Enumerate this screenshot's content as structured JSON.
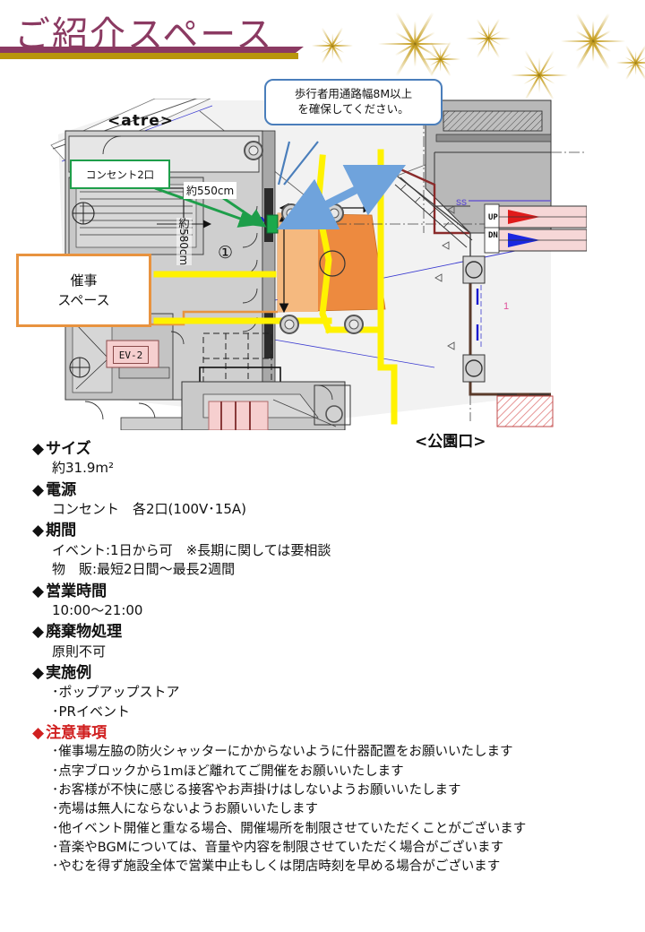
{
  "header": {
    "title": "ご紹介スペース",
    "rule_purple_color": "#8B3A62",
    "rule_gold_color": "#B8960C",
    "sparkle_color": "#C9A227"
  },
  "floor_plan": {
    "labels": {
      "atre": "<atre>",
      "kouen_guchi": "<公園口>",
      "elevator": "EV-2",
      "ss": "SS",
      "escalator_up": "UP",
      "escalator_down": "DN",
      "area_marker": "①",
      "pink_one": "1"
    },
    "dimensions": {
      "horizontal": "約550cm",
      "vertical": "約580cm"
    },
    "callouts": {
      "corridor_line1": "歩行者用通路幅8M以上",
      "corridor_line2": "を確保してください。",
      "outlet": "コンセント2口",
      "event_space_line1": "催事",
      "event_space_line2": "スペース"
    },
    "colors": {
      "event_area": "#ED8A3F",
      "event_area_light": "#F5B97F",
      "tactile_path": "#FFF200",
      "corridor_arrow": "#6FA3DC",
      "callout_blue": "#4A7EBB",
      "callout_green": "#1E9E4A",
      "callout_orange": "#E8933F"
    }
  },
  "specs": [
    {
      "heading": "サイズ",
      "lines": [
        "約31.9m²"
      ]
    },
    {
      "heading": "電源",
      "lines": [
        "コンセント　各2口(100V･15A)"
      ]
    },
    {
      "heading": "期間",
      "lines": [
        "イベント:1日から可　※長期に関しては要相談",
        "物　販:最短2日間〜最長2週間"
      ]
    },
    {
      "heading": "営業時間",
      "lines": [
        "10:00〜21:00"
      ]
    },
    {
      "heading": "廃棄物処理",
      "lines": [
        "原則不可"
      ]
    },
    {
      "heading": "実施例",
      "lines": [
        "･ポップアップストア",
        "･PRイベント"
      ]
    }
  ],
  "notes": {
    "heading": "注意事項",
    "heading_color": "#D02020",
    "items": [
      "･催事場左脇の防火シャッターにかからないように什器配置をお願いいたします",
      "･点字ブロックから1mほど離れてご開催をお願いいたします",
      "･お客様が不快に感じる接客やお声掛けはしないようお願いいたします",
      "･売場は無人にならないようお願いいたします",
      "･他イベント開催と重なる場合、開催場所を制限させていただくことがございます",
      "･音楽やBGMについては、音量や内容を制限させていただく場合がございます",
      "･やむを得ず施設全体で営業中止もしくは閉店時刻を早める場合がございます"
    ]
  },
  "diamond_glyph": "◆"
}
